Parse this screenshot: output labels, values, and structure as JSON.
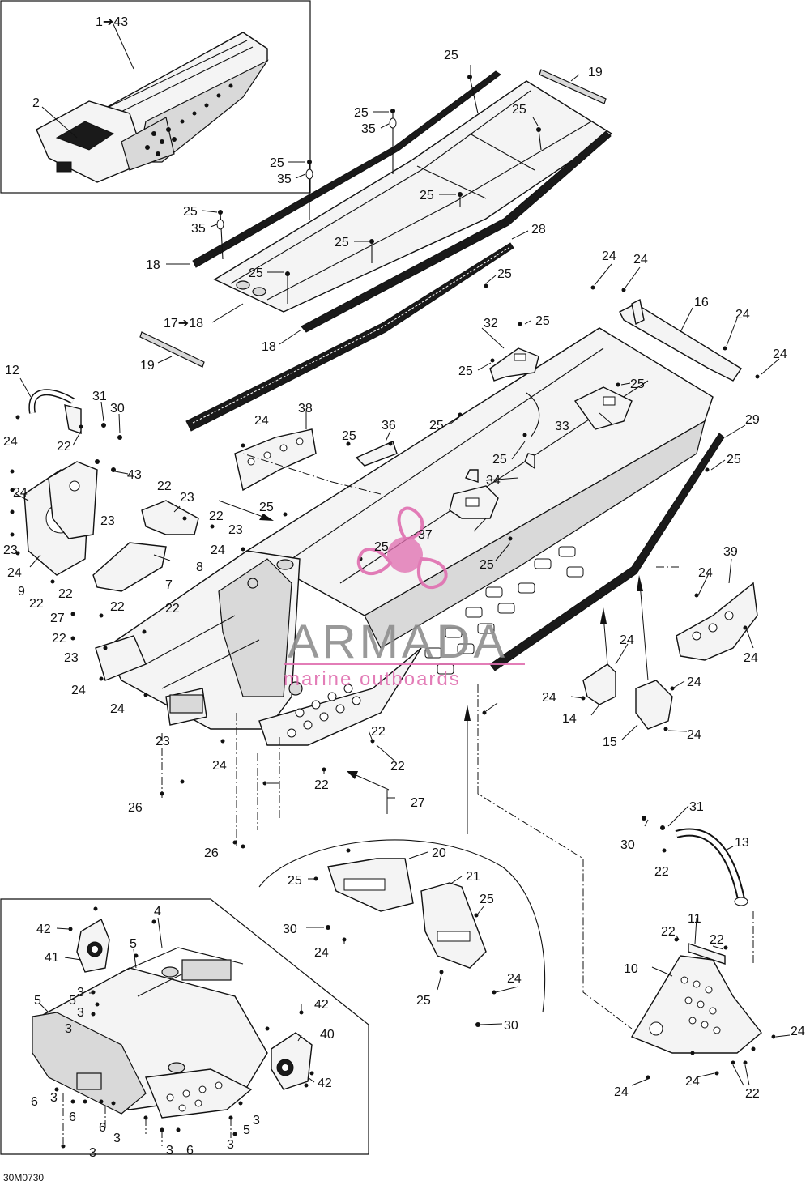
{
  "diagram_code": "30M0730",
  "watermark": {
    "brand": "ARMADA",
    "tagline": "marine outboards",
    "brand_color": "#8e8e8e",
    "accent_color": "#e06fb0"
  },
  "inset_top": {
    "labels": [
      {
        "text": "1➔43"
      },
      {
        "text": "2"
      }
    ]
  },
  "callouts": [
    {
      "text": "25"
    },
    {
      "text": "19"
    },
    {
      "text": "25"
    },
    {
      "text": "35"
    },
    {
      "text": "25"
    },
    {
      "text": "25"
    },
    {
      "text": "35"
    },
    {
      "text": "25"
    },
    {
      "text": "25"
    },
    {
      "text": "35"
    },
    {
      "text": "25"
    },
    {
      "text": "28"
    },
    {
      "text": "18"
    },
    {
      "text": "25"
    },
    {
      "text": "25"
    },
    {
      "text": "17➔18"
    },
    {
      "text": "18"
    },
    {
      "text": "19"
    },
    {
      "text": "24"
    },
    {
      "text": "24"
    },
    {
      "text": "16"
    },
    {
      "text": "24"
    },
    {
      "text": "24"
    },
    {
      "text": "32"
    },
    {
      "text": "25"
    },
    {
      "text": "25"
    },
    {
      "text": "12"
    },
    {
      "text": "31"
    },
    {
      "text": "30"
    },
    {
      "text": "24"
    },
    {
      "text": "22"
    },
    {
      "text": "25"
    },
    {
      "text": "33"
    },
    {
      "text": "29"
    },
    {
      "text": "24"
    },
    {
      "text": "38"
    },
    {
      "text": "36"
    },
    {
      "text": "25"
    },
    {
      "text": "25"
    },
    {
      "text": "25"
    },
    {
      "text": "25"
    },
    {
      "text": "34"
    },
    {
      "text": "43"
    },
    {
      "text": "24"
    },
    {
      "text": "23"
    },
    {
      "text": "22"
    },
    {
      "text": "23"
    },
    {
      "text": "22"
    },
    {
      "text": "23"
    },
    {
      "text": "25"
    },
    {
      "text": "8"
    },
    {
      "text": "23"
    },
    {
      "text": "24"
    },
    {
      "text": "37"
    },
    {
      "text": "25"
    },
    {
      "text": "25"
    },
    {
      "text": "39"
    },
    {
      "text": "24"
    },
    {
      "text": "9"
    },
    {
      "text": "7"
    },
    {
      "text": "22"
    },
    {
      "text": "22"
    },
    {
      "text": "22"
    },
    {
      "text": "27"
    },
    {
      "text": "22"
    },
    {
      "text": "22"
    },
    {
      "text": "23"
    },
    {
      "text": "24"
    },
    {
      "text": "24"
    },
    {
      "text": "24"
    },
    {
      "text": "24"
    },
    {
      "text": "24"
    },
    {
      "text": "24"
    },
    {
      "text": "14"
    },
    {
      "text": "15"
    },
    {
      "text": "24"
    },
    {
      "text": "23"
    },
    {
      "text": "22"
    },
    {
      "text": "24"
    },
    {
      "text": "22"
    },
    {
      "text": "24"
    },
    {
      "text": "22"
    },
    {
      "text": "26"
    },
    {
      "text": "27"
    },
    {
      "text": "26"
    },
    {
      "text": "31"
    },
    {
      "text": "30"
    },
    {
      "text": "13"
    },
    {
      "text": "22"
    },
    {
      "text": "20"
    },
    {
      "text": "25"
    },
    {
      "text": "21"
    },
    {
      "text": "25"
    },
    {
      "text": "30"
    },
    {
      "text": "24"
    },
    {
      "text": "11"
    },
    {
      "text": "22"
    },
    {
      "text": "22"
    },
    {
      "text": "10"
    },
    {
      "text": "24"
    },
    {
      "text": "25"
    },
    {
      "text": "30"
    },
    {
      "text": "24"
    },
    {
      "text": "24"
    },
    {
      "text": "24"
    },
    {
      "text": "22"
    }
  ],
  "inset_bottom": {
    "labels": [
      {
        "text": "42"
      },
      {
        "text": "4"
      },
      {
        "text": "41"
      },
      {
        "text": "5"
      },
      {
        "text": "3"
      },
      {
        "text": "5"
      },
      {
        "text": "5"
      },
      {
        "text": "3"
      },
      {
        "text": "3"
      },
      {
        "text": "42"
      },
      {
        "text": "40"
      },
      {
        "text": "42"
      },
      {
        "text": "6"
      },
      {
        "text": "3"
      },
      {
        "text": "6"
      },
      {
        "text": "6"
      },
      {
        "text": "3"
      },
      {
        "text": "5"
      },
      {
        "text": "3"
      },
      {
        "text": "3"
      },
      {
        "text": "3"
      },
      {
        "text": "6"
      },
      {
        "text": "3"
      }
    ]
  }
}
